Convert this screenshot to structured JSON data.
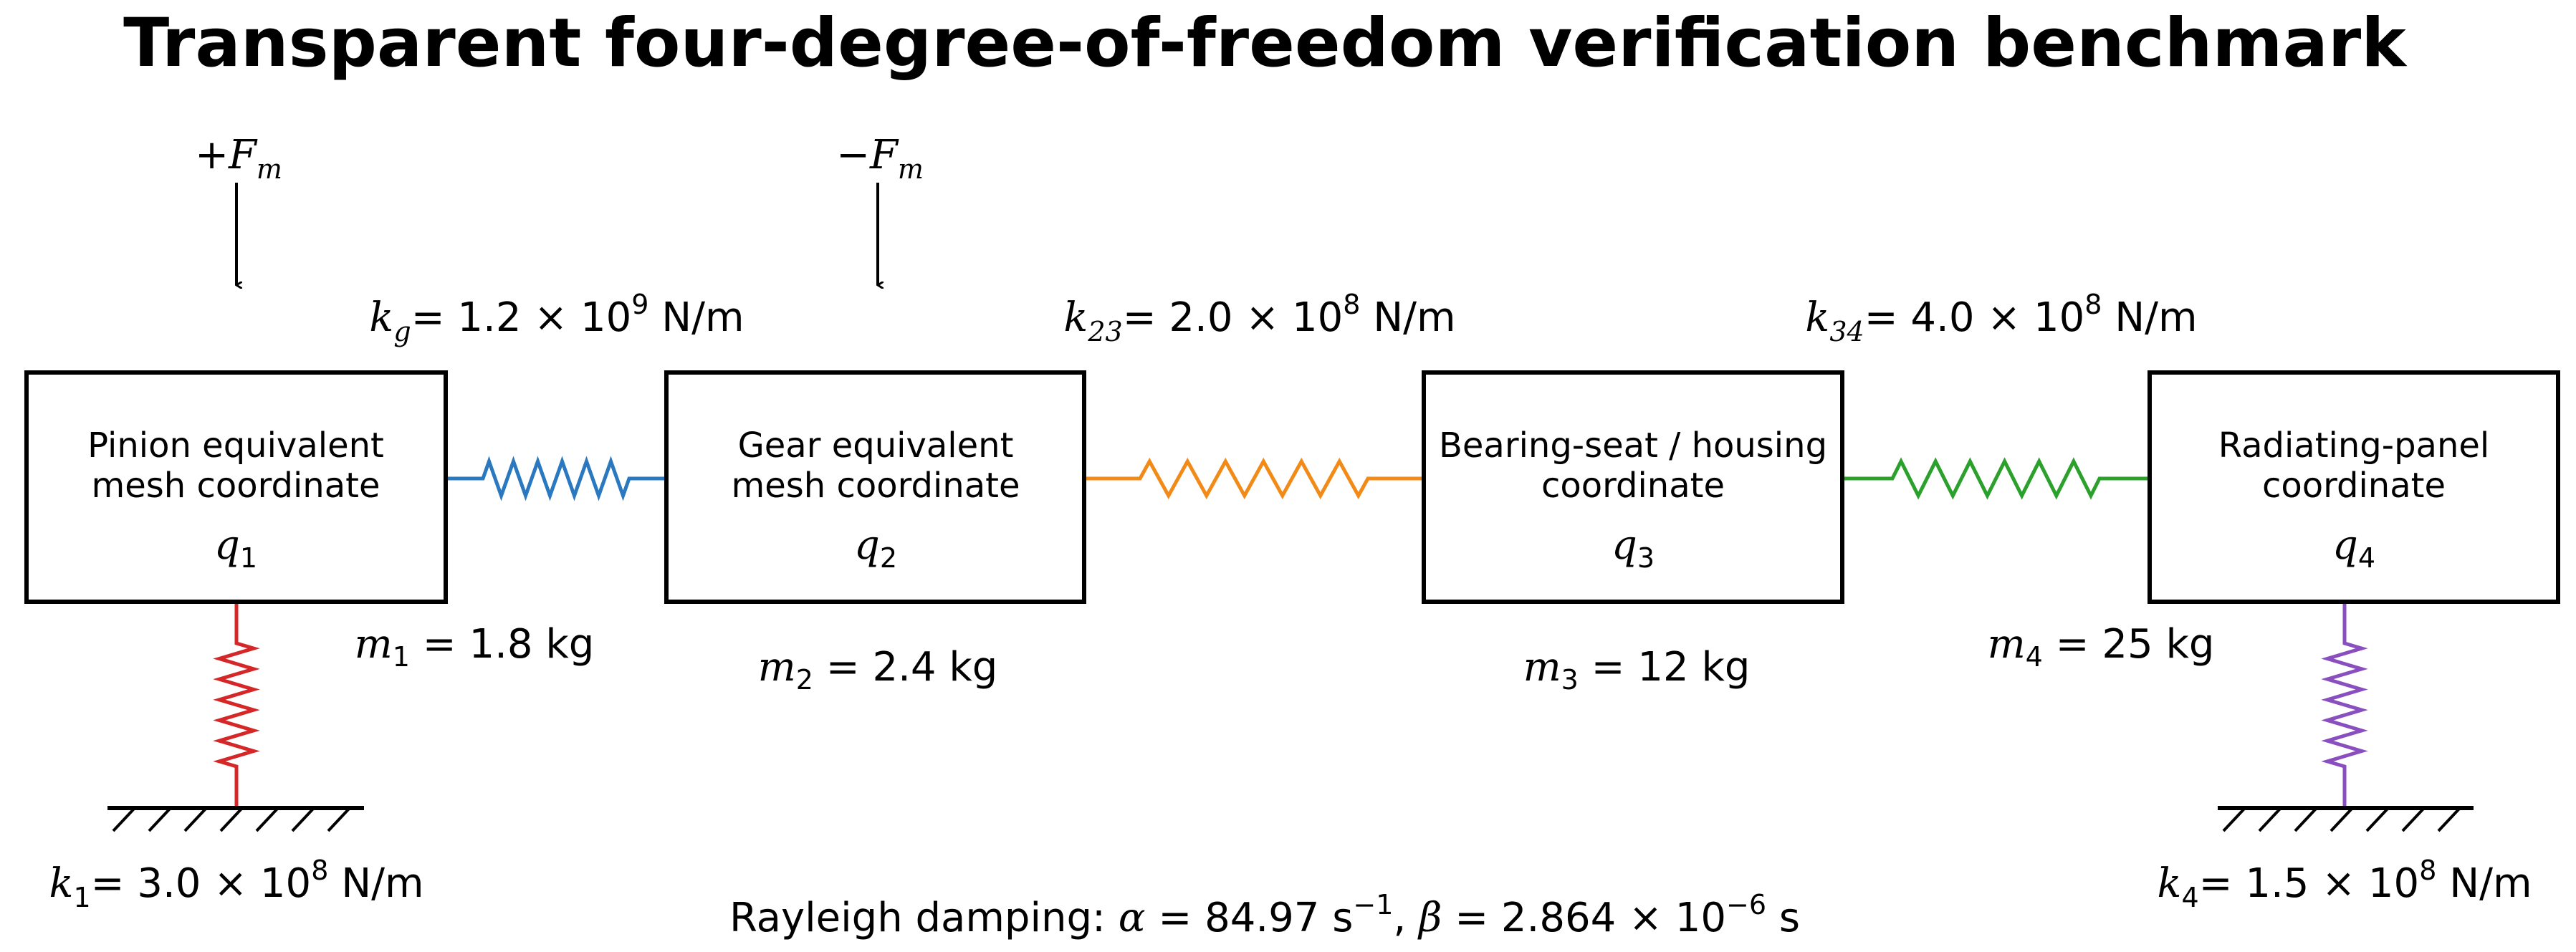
{
  "title": "Transparent four-degree-of-freedom verification benchmark",
  "forces": [
    {
      "sign": "+",
      "symbol": "F",
      "sub": "m"
    },
    {
      "sign": "−",
      "symbol": "F",
      "sub": "m"
    }
  ],
  "masses": [
    {
      "line1": "Pinion equivalent",
      "line2": "mesh coordinate",
      "coord": "q",
      "coord_sub": "1",
      "m_sub": "1",
      "m_value": "= 1.8 kg"
    },
    {
      "line1": "Gear equivalent",
      "line2": "mesh coordinate",
      "coord": "q",
      "coord_sub": "2",
      "m_sub": "2",
      "m_value": "= 2.4 kg"
    },
    {
      "line1": "Bearing-seat / housing",
      "line2": "coordinate",
      "coord": "q",
      "coord_sub": "3",
      "m_sub": "3",
      "m_value": "= 12 kg"
    },
    {
      "line1": "Radiating-panel",
      "line2": "coordinate",
      "coord": "q",
      "coord_sub": "4",
      "m_sub": "4",
      "m_value": "= 25 kg"
    }
  ],
  "couplings": [
    {
      "sub": "g",
      "value": "= 1.2 × 10",
      "exp": "9",
      "unit": "N/m",
      "color": "#2a78c0"
    },
    {
      "sub": "23",
      "value": "= 2.0 × 10",
      "exp": "8",
      "unit": "N/m",
      "color": "#f28a18"
    },
    {
      "sub": "34",
      "value": "= 4.0 × 10",
      "exp": "8",
      "unit": "N/m",
      "color": "#2ca02c"
    }
  ],
  "grounds": [
    {
      "sub": "1",
      "value": "= 3.0 × 10",
      "exp": "8",
      "unit": "N/m",
      "color": "#d62728"
    },
    {
      "sub": "4",
      "value": "= 1.5 × 10",
      "exp": "8",
      "unit": "N/m",
      "color": "#8a4fbf"
    }
  ],
  "damping": {
    "prefix": "Rayleigh damping: ",
    "alpha_symbol": "α",
    "alpha_value": " = 84.97 s",
    "alpha_exp": "−1",
    "sep": ", ",
    "beta_symbol": "β",
    "beta_value": " = 2.864 × 10",
    "beta_exp": "−6",
    "beta_unit": " s"
  }
}
